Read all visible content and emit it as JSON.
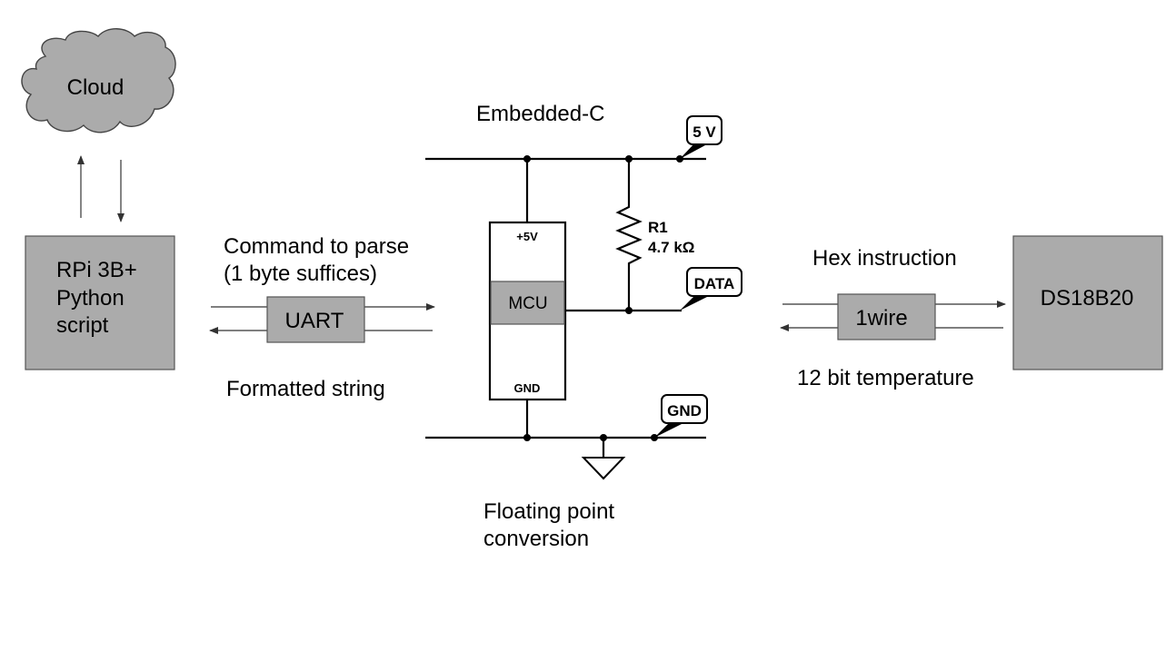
{
  "cloud": {
    "label": "Cloud"
  },
  "rpi": {
    "lines": [
      "RPi 3B+",
      "Python",
      "script"
    ]
  },
  "uart": {
    "label": "UART",
    "top_text": [
      "Command to parse",
      "(1 byte suffices)"
    ],
    "bottom_text": "Formatted string"
  },
  "mcu": {
    "label": "MCU",
    "pin_top": "+5V",
    "pin_bottom": "GND",
    "top_text": "Embedded-C",
    "bottom_text": [
      "Floating point",
      "conversion"
    ]
  },
  "resistor": {
    "name": "R1",
    "value": "4.7 kΩ"
  },
  "tags": {
    "vcc": "5 V",
    "data": "DATA",
    "gnd": "GND"
  },
  "onewire": {
    "label": "1wire",
    "top_text": "Hex instruction",
    "bottom_text": "12 bit temperature"
  },
  "sensor": {
    "label": "DS18B20"
  }
}
